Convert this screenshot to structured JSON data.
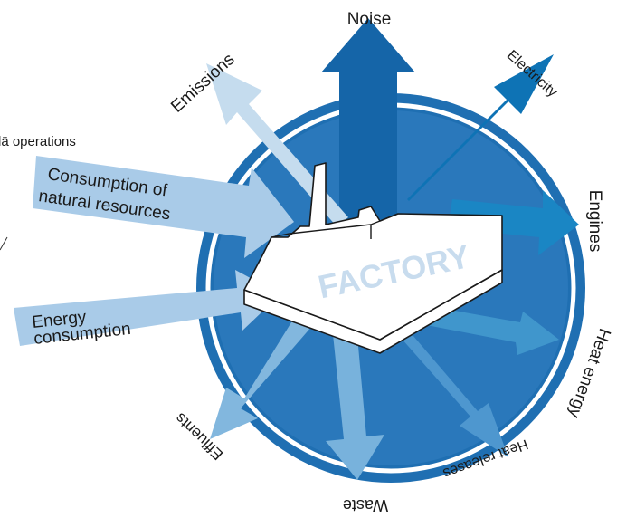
{
  "header": {
    "partial_text": "lä operations"
  },
  "center": {
    "label": "FACTORY"
  },
  "inputs": {
    "natural_resources": {
      "line1": "Consumption of",
      "line2": "natural resources"
    },
    "energy": {
      "line1": "Energy",
      "line2": "consumption"
    }
  },
  "outputs": {
    "noise": "Noise",
    "electricity": "Electricity",
    "engines": "Engines",
    "heat_energy": "Heat energy",
    "heat_releases": "Heat releases",
    "waste": "Waste",
    "effluents": "Effluents",
    "emissions": "Emissions"
  },
  "colors": {
    "circle_outer": "#1f6fb2",
    "circle_ring": "#6fa8d6",
    "noise": "#1565a8",
    "electricity": "#0e73b5",
    "engines": "#1a86c4",
    "heat_energy": "#4096cc",
    "heat_releases": "#4e97cf",
    "waste": "#78b2dc",
    "effluents": "#82b7de",
    "emissions": "#c5dcee",
    "input_arrow": "#a9cbe8",
    "factory_fill": "#ffffff",
    "factory_text": "#c8dcee"
  }
}
